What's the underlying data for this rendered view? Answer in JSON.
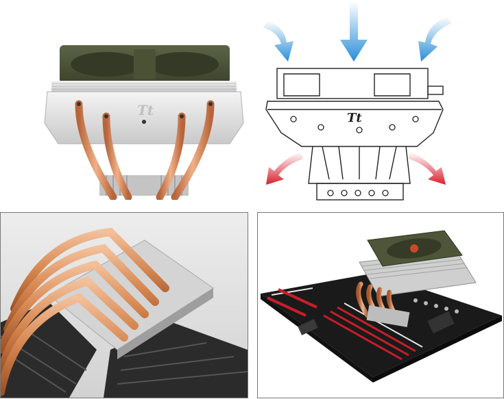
{
  "panels": [
    {
      "name": "cooler-photo-front",
      "logo": "Tt"
    },
    {
      "name": "airflow-line-diagram",
      "logo": "Tt"
    },
    {
      "name": "heatpipe-closeup-photo"
    },
    {
      "name": "cooler-on-motherboard-photo"
    }
  ],
  "colors": {
    "fan_olive": "#4e5538",
    "copper": "#d98a57",
    "copper_dark": "#a55a30",
    "aluminum": "#d9d9d9",
    "arrow_blue": "#3a9fe0",
    "arrow_red": "#e0303a",
    "board_black": "#1a1a1a",
    "slot_red": "#c81e28",
    "frame_gray": "#777777"
  }
}
